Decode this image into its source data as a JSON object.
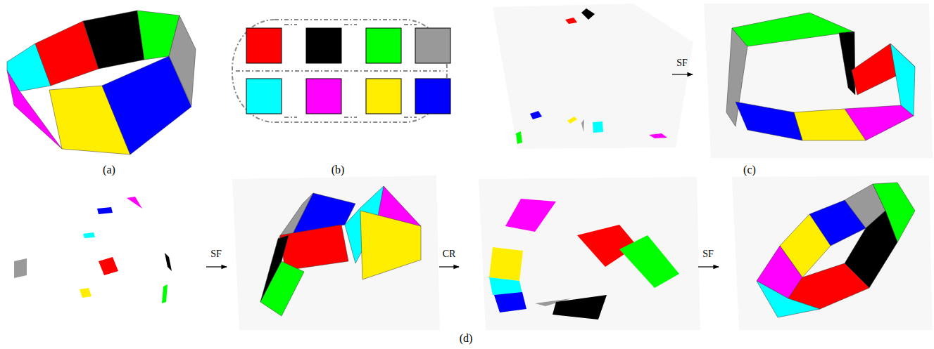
{
  "diagram": {
    "labels": [
      "(a)",
      "(b)",
      "SF",
      "(c)",
      "SF",
      "CR",
      "SF",
      "(d)"
    ]
  }
}
